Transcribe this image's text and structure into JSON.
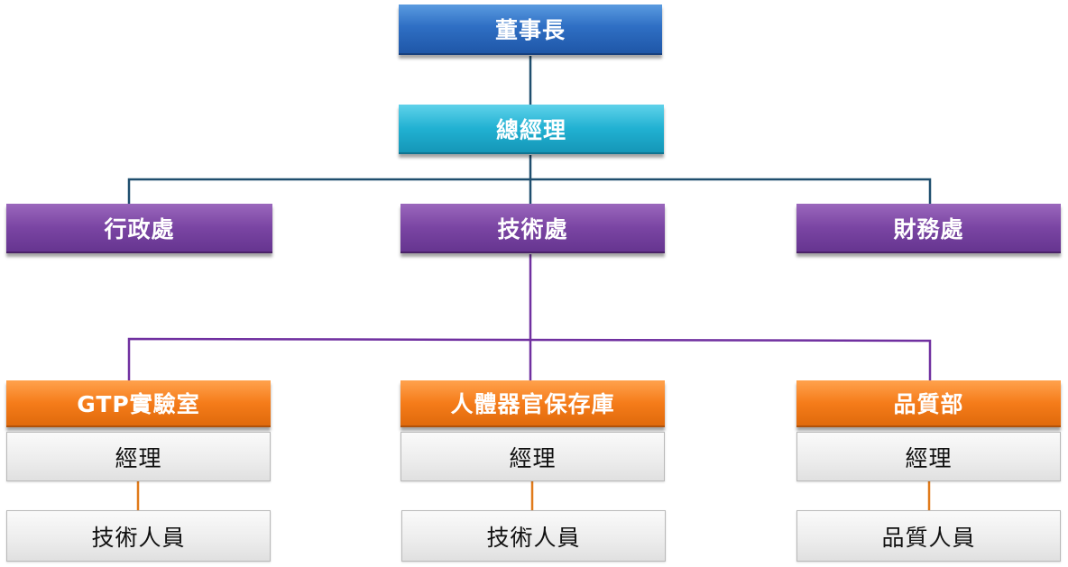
{
  "chart": {
    "chairman": "董事長",
    "general_manager": "總經理",
    "departments": {
      "admin": "行政處",
      "tech": "技術處",
      "finance": "財務處"
    },
    "units": [
      {
        "name": "GTP實驗室",
        "manager": "經理",
        "staff": "技術人員"
      },
      {
        "name": "人體器官保存庫",
        "manager": "經理",
        "staff": "技術人員"
      },
      {
        "name": "品質部",
        "manager": "經理",
        "staff": "品質人員"
      }
    ]
  },
  "colors": {
    "chairman": "#2f6fc4",
    "general_manager": "#21b1d2",
    "department": "#7a45a3",
    "unit": "#f57c1a",
    "role": "#ececec",
    "line_top": "#1f4e6e",
    "line_tech": "#7030a0",
    "line_unit": "#e07a1a"
  }
}
